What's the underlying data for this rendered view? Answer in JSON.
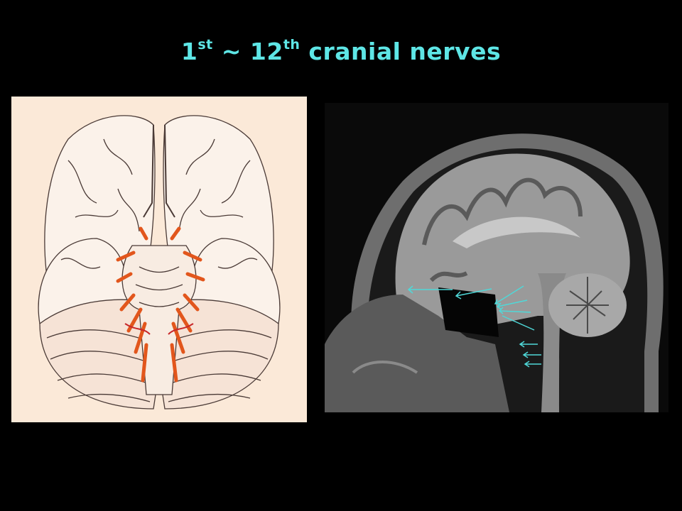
{
  "slide": {
    "title": {
      "n1": "1",
      "sup1": "st",
      "mid": " ~ 12",
      "sup2": "th",
      "rest": " cranial nerves"
    },
    "title_color": "#5ee6e6",
    "background": "#000000"
  },
  "figures": {
    "left": {
      "kind": "illustration",
      "subject": "brain-base-cranial-nerves",
      "bg_color": "#fbe9d8",
      "nerve_color": "#e2561c"
    },
    "right": {
      "kind": "photo",
      "subject": "sagittal-mri-head",
      "arrow_color": "#4fd8d8"
    }
  }
}
